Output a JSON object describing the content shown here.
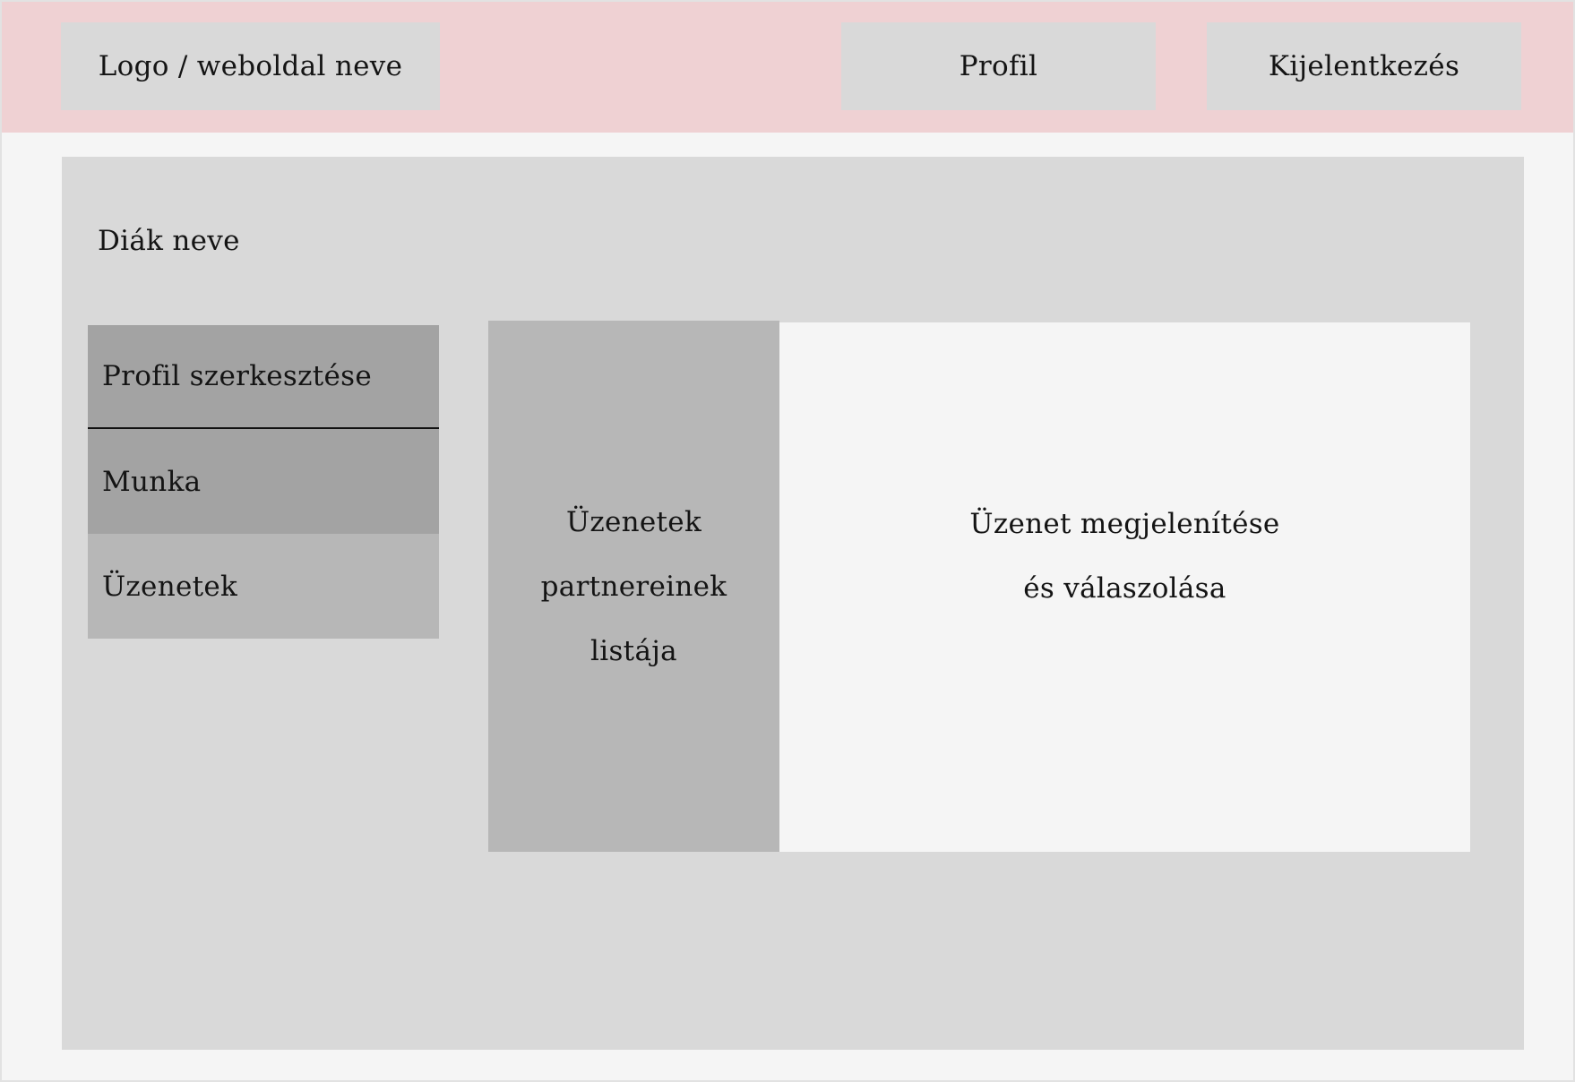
{
  "header": {
    "logo_label": "Logo / weboldal neve",
    "profile_label": "Profil",
    "logout_label": "Kijelentkezés"
  },
  "main": {
    "student_name": "Diák neve",
    "menu": {
      "items": [
        {
          "label": "Profil szerkesztése"
        },
        {
          "label": "Munka"
        },
        {
          "label": "Üzenetek"
        }
      ]
    },
    "partners_panel": {
      "text": "Üzenetek\npartnereinek\nlistája"
    },
    "message_panel": {
      "text": "Üzenet megjelenítése\nés válaszolása"
    }
  },
  "colors": {
    "header_bg": "#efd1d3",
    "box_bg": "#d9d9d9",
    "menu_dark": "#a3a3a3",
    "menu_light": "#b7b7b7",
    "page_bg": "#f5f5f5"
  }
}
